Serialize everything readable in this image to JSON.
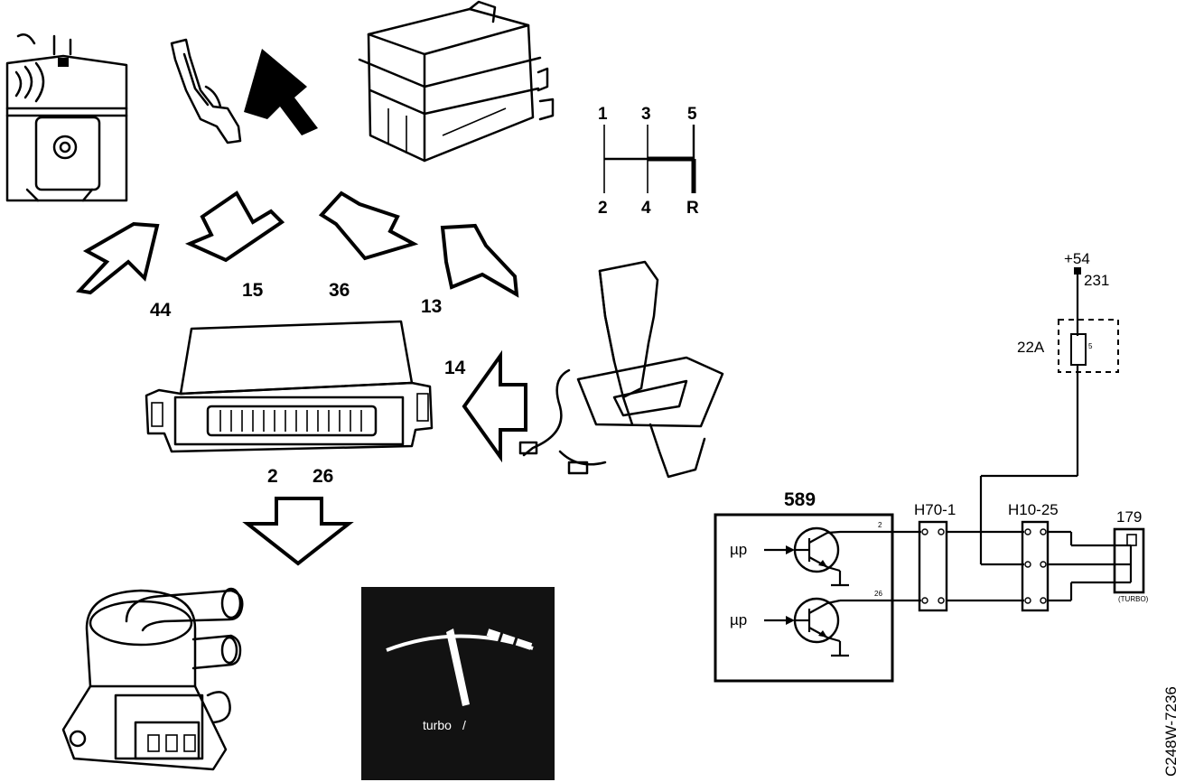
{
  "diagram": {
    "input_arrow_labels": [
      "44",
      "15",
      "36",
      "13"
    ],
    "shift_pattern": {
      "top": [
        "1",
        "3",
        "5"
      ],
      "bottom": [
        "2",
        "4",
        "R"
      ]
    },
    "selector_arrow_label": "14",
    "ecu_output_labels": [
      "2",
      "26"
    ],
    "gauge_text": "turbo",
    "schematic": {
      "supply": "+54",
      "supply_wire": "231",
      "fuse_rating": "22A",
      "fuse_number": "5",
      "control_unit": "589",
      "connector_a": "H70-1",
      "connector_b": "H10-25",
      "valve_unit": "179",
      "valve_caption": "(TURBO)",
      "transistor_label": "µp",
      "pin_upper": "2",
      "pin_lower": "26"
    },
    "figure_code": "C248W-7236"
  }
}
